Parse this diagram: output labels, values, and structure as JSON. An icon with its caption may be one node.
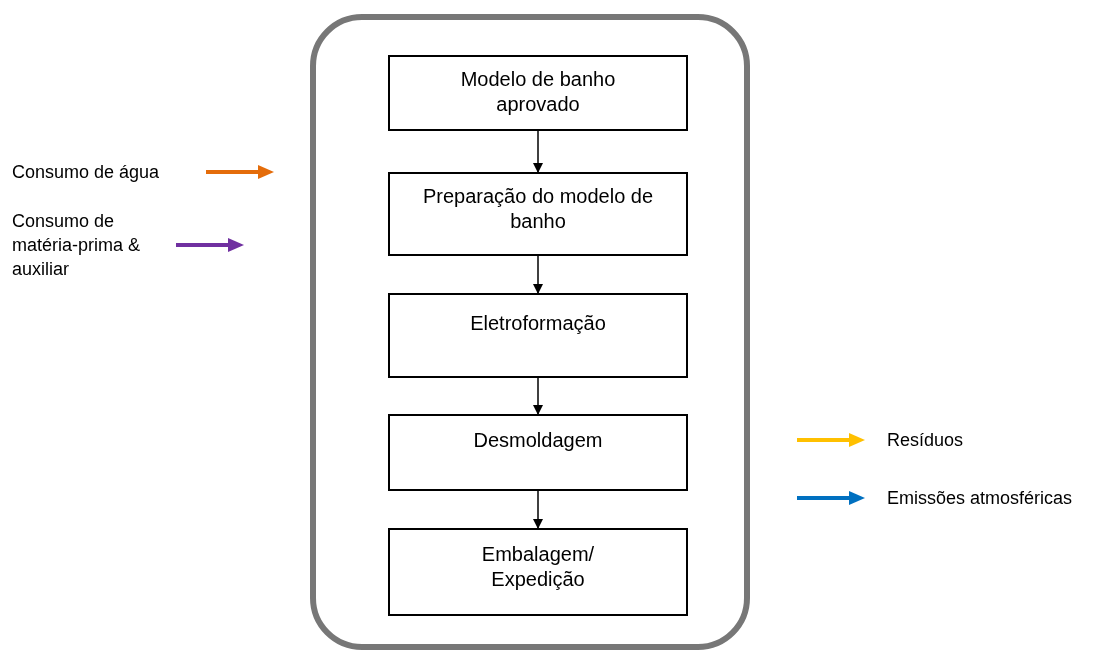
{
  "diagram": {
    "nodes": [
      {
        "text": [],
        "shape": "box"
      },
      {
        "text": [
          "Modelo de banho aprovado"
        ],
        "in": 0
      },
      {
        "text": [
          "Preparação do modelo de banho"
        ],
        "in": 0
      },
      {
        "text": [
          "Eletroformação"
        ],
        "in": 0
      },
      {
        "text": [
          "Desmoldagem"
        ],
        "in": 0
      },
      {
        "text": [
          "Embalagem/ Expedição"
        ],
        "in": 0
      }
    ],
    "edges": [
      {
        "from": 1,
        "to": 2,
        "arrow": "to"
      },
      {
        "from": 2,
        "to": 3,
        "arrow": "to"
      },
      {
        "from": 3,
        "to": 4,
        "arrow": "to"
      },
      {
        "from": 4,
        "to": 5,
        "arrow": "to"
      }
    ],
    "legend": [
      {
        "text": "Consumo de água",
        "color": "#e46c0a"
      },
      {
        "text": "Consumo de matéria-prima & auxiliar",
        "color": "#7030a0"
      },
      {
        "text": "Resíduos",
        "color": "#ffc000"
      },
      {
        "text": "Emissões atmosféricas",
        "color": "#0070c0"
      }
    ]
  }
}
